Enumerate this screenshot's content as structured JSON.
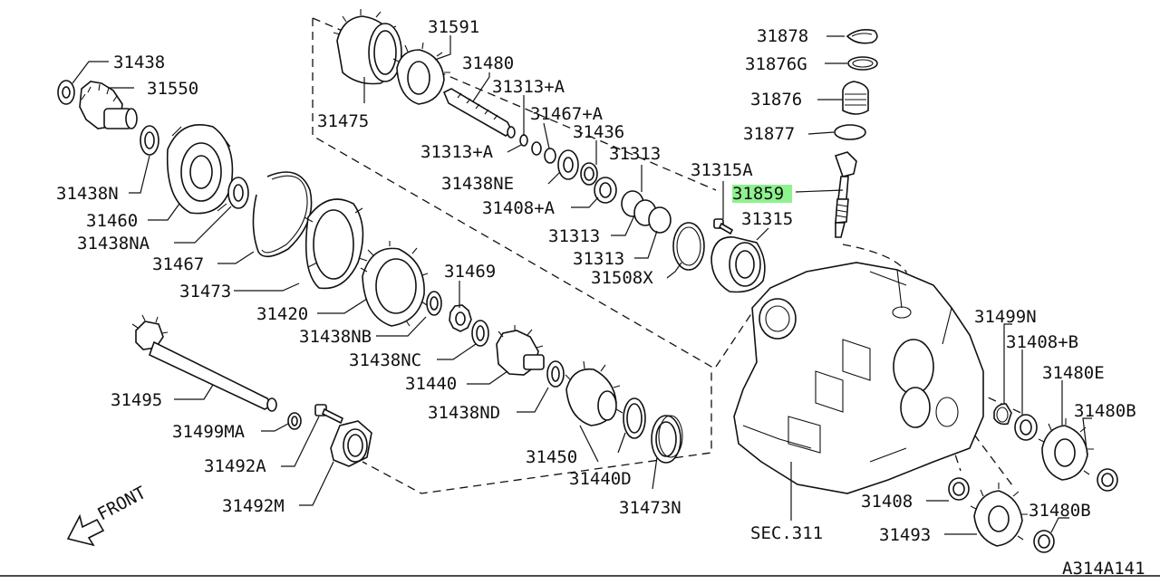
{
  "diagram": {
    "code": "A314A141",
    "front_label": "FRONT",
    "highlight_color": "#8ef28e",
    "highlighted_part": "31859",
    "section_ref": "SEC.311"
  },
  "labels": {
    "p31438": "31438",
    "p31550": "31550",
    "p31438N": "31438N",
    "p31460": "31460",
    "p31438NA": "31438NA",
    "p31467": "31467",
    "p31473": "31473",
    "p31420": "31420",
    "p31438NB": "31438NB",
    "p31469": "31469",
    "p31438NC": "31438NC",
    "p31440": "31440",
    "p31438ND": "31438ND",
    "p31495": "31495",
    "p31499MA": "31499MA",
    "p31492A": "31492A",
    "p31492M": "31492M",
    "p31475": "31475",
    "p31591": "31591",
    "p31480": "31480",
    "p31313A_1": "31313+A",
    "p31467A": "31467+A",
    "p31313A_2": "31313+A",
    "p31436": "31436",
    "p31438NE": "31438NE",
    "p31313_1": "31313",
    "p31408A": "31408+A",
    "p31313_2": "31313",
    "p31313_3": "31313",
    "p31508X": "31508X",
    "p31315A": "31315A",
    "p31859": "31859",
    "p31315": "31315",
    "p31878": "31878",
    "p31876G": "31876G",
    "p31876": "31876",
    "p31877": "31877",
    "p31499N": "31499N",
    "p31408B": "31408+B",
    "p31480E": "31480E",
    "p31480B_1": "31480B",
    "p31480B_2": "31480B",
    "p31408": "31408",
    "p31493": "31493",
    "p31450": "31450",
    "p31440D": "31440D",
    "p31473N": "31473N"
  }
}
